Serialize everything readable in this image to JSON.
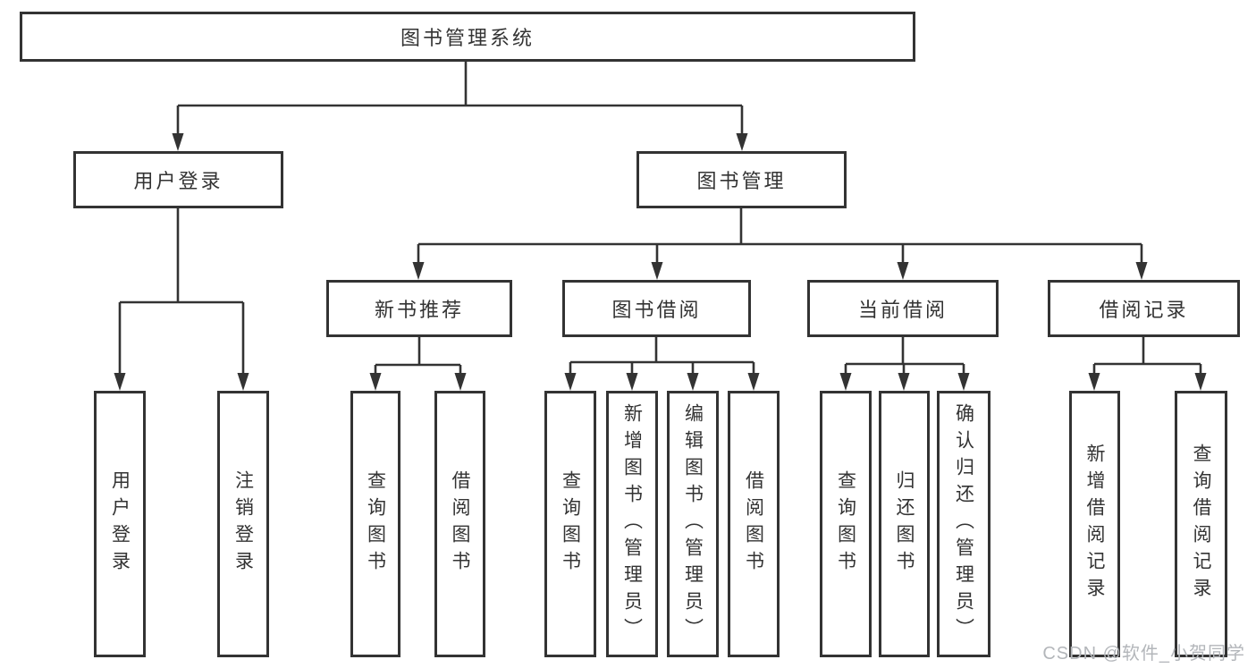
{
  "tree": {
    "label": "图书管理系统",
    "children": [
      {
        "label": "用户登录",
        "children": [
          {
            "label": "用户登录"
          },
          {
            "label": "注销登录"
          }
        ]
      },
      {
        "label": "图书管理",
        "children": [
          {
            "label": "新书推荐",
            "children": [
              {
                "label": "查询图书"
              },
              {
                "label": "借阅图书"
              }
            ]
          },
          {
            "label": "图书借阅",
            "children": [
              {
                "label": "查询图书"
              },
              {
                "label": "新增图书（管理员）"
              },
              {
                "label": "编辑图书（管理员）"
              },
              {
                "label": "借阅图书"
              }
            ]
          },
          {
            "label": "当前借阅",
            "children": [
              {
                "label": "查询图书"
              },
              {
                "label": "归还图书"
              },
              {
                "label": "确认归还（管理员）"
              }
            ]
          },
          {
            "label": "借阅记录",
            "children": [
              {
                "label": "新增借阅记录"
              },
              {
                "label": "查询借阅记录"
              }
            ]
          }
        ]
      }
    ]
  },
  "watermark": "CSDN @软件_小贺同学",
  "colors": {
    "line": "#333333",
    "text": "#333333",
    "background": "#ffffff",
    "watermark": "#b3b6ba"
  }
}
